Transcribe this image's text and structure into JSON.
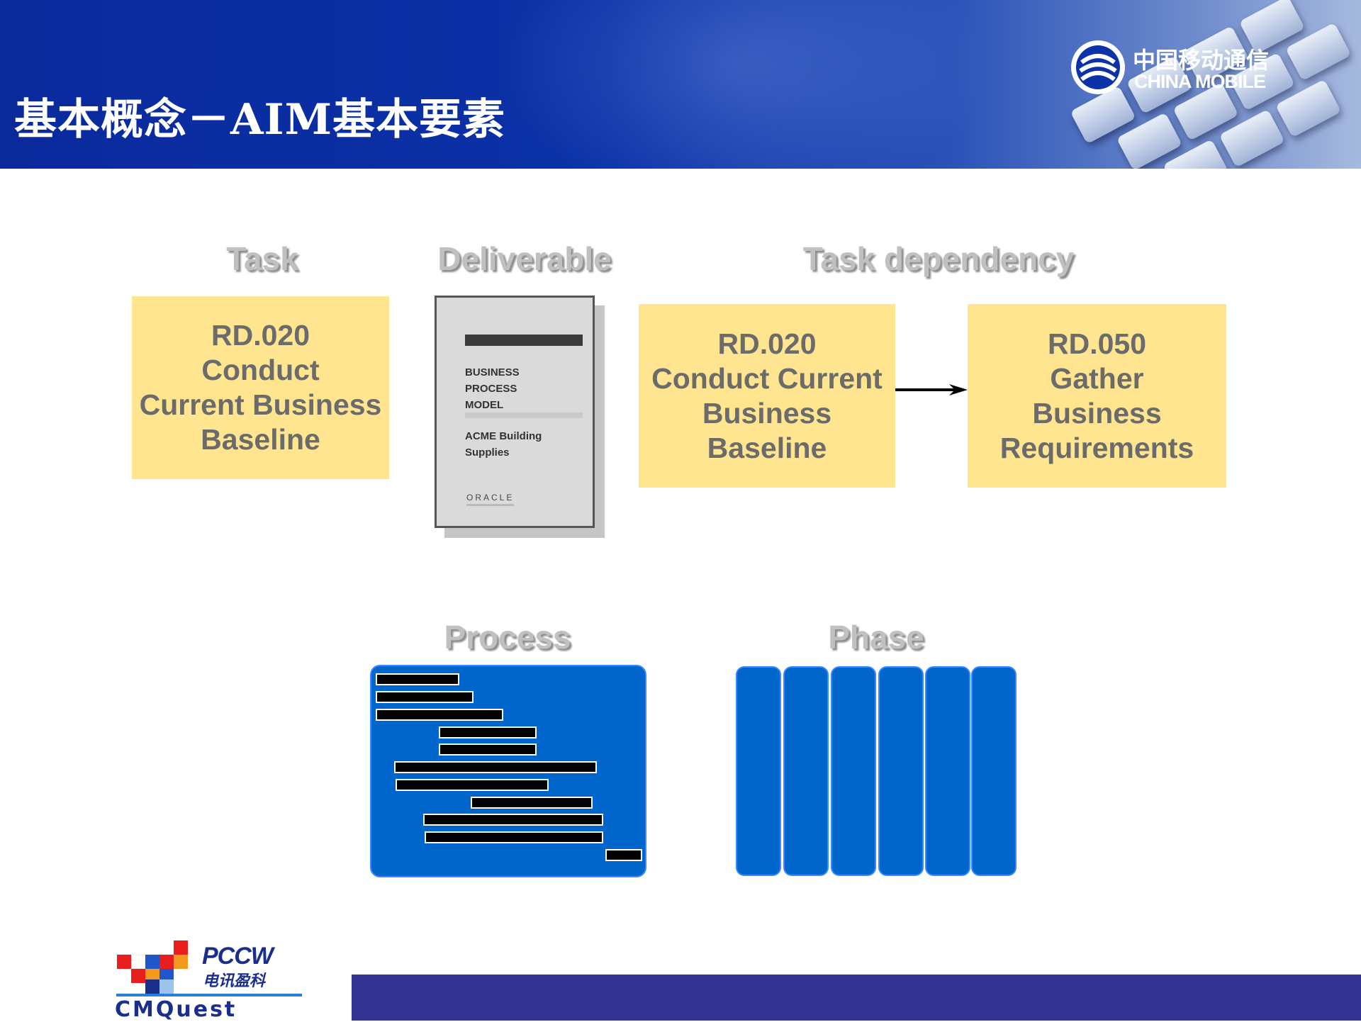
{
  "header": {
    "title": "基本概念－AIM基本要素",
    "logo_cn": "中国移动通信",
    "logo_en": "CHINA MOBILE"
  },
  "labels": {
    "task": "Task",
    "deliverable": "Deliverable",
    "task_dependency": "Task dependency",
    "process": "Process",
    "phase": "Phase"
  },
  "task_box": [
    "RD.020",
    "Conduct",
    "Current Business",
    "Baseline"
  ],
  "deliverable_doc": {
    "title_lines": [
      "BUSINESS",
      "PROCESS",
      "MODEL"
    ],
    "subtitle_lines": [
      "ACME Building",
      "Supplies"
    ],
    "brand": "ORACLE"
  },
  "dependency": {
    "from": [
      "RD.020",
      "Conduct Current",
      "Business",
      "Baseline"
    ],
    "to": [
      "RD.050",
      "Gather",
      "Business",
      "Requirements"
    ]
  },
  "footer": {
    "company_en": "PCCW",
    "company_cn": "电讯盈科",
    "product": "CMQuest"
  },
  "colors": {
    "header_blue": "#0b32a8",
    "task_yellow": "#ffe58f",
    "process_blue": "#0066cc",
    "footer_bar": "#353394"
  }
}
